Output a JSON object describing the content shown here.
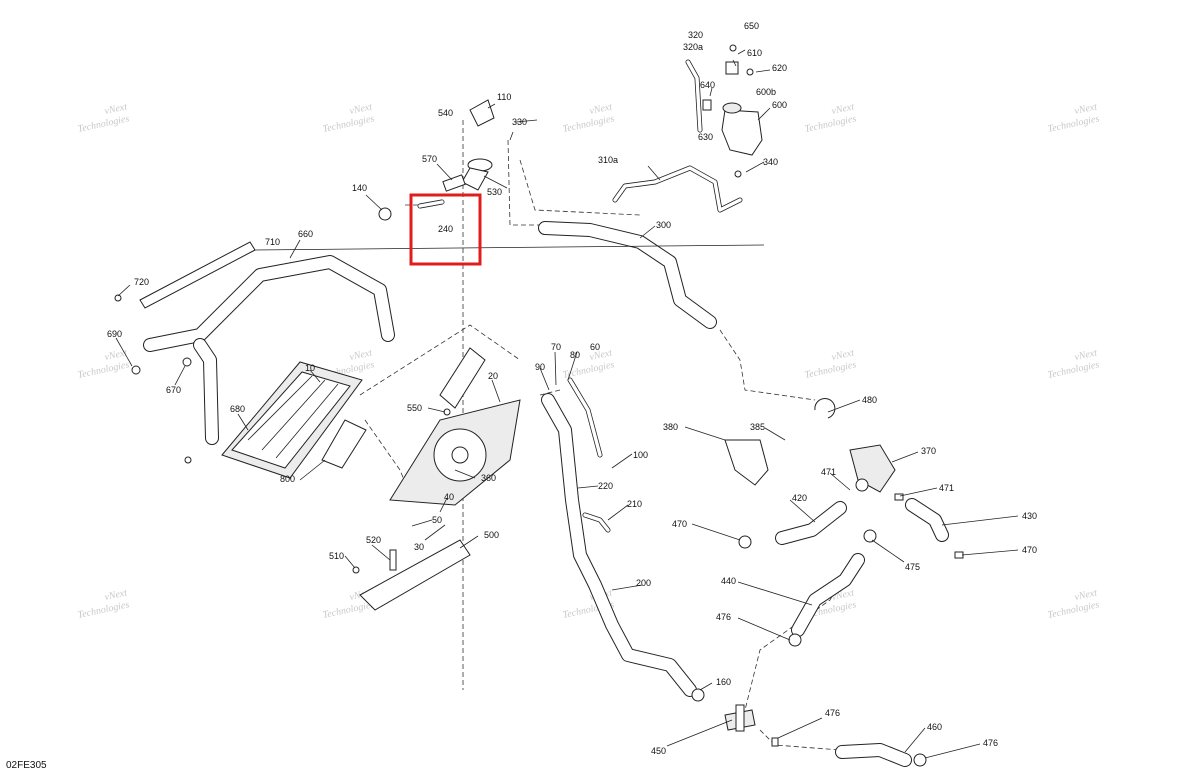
{
  "diagram": {
    "code": "02FE305",
    "watermark": {
      "line1": "vNext",
      "line2": "Technologies"
    },
    "highlight_color": "#e01c1c",
    "highlighted_part": "240",
    "labels": {
      "p10": "10",
      "p20": "20",
      "p30": "30",
      "p40": "40",
      "p50": "50",
      "p60": "60",
      "p70": "70",
      "p80": "80",
      "p90": "90",
      "p100": "100",
      "p110": "110",
      "p140": "140",
      "p160": "160",
      "p200": "200",
      "p210": "210",
      "p220": "220",
      "p240": "240",
      "p300": "300",
      "p310a": "310a",
      "p320": "320",
      "p320a": "320a",
      "p330": "330",
      "p340": "340",
      "p360": "360",
      "p370": "370",
      "p380": "380",
      "p385": "385",
      "p420": "420",
      "p430": "430",
      "p440": "440",
      "p450": "450",
      "p460": "460",
      "p470a": "470",
      "p470b": "470",
      "p471a": "471",
      "p471b": "471",
      "p475": "475",
      "p476a": "476",
      "p476b": "476",
      "p476c": "476",
      "p480": "480",
      "p500": "500",
      "p510": "510",
      "p520": "520",
      "p530": "530",
      "p540": "540",
      "p550": "550",
      "p570": "570",
      "p600": "600",
      "p600b": "600b",
      "p610": "610",
      "p620": "620",
      "p630": "630",
      "p640": "640",
      "p650": "650",
      "p660": "660",
      "p670": "670",
      "p680": "680",
      "p690": "690",
      "p710": "710",
      "p720": "720",
      "p800": "800"
    }
  }
}
